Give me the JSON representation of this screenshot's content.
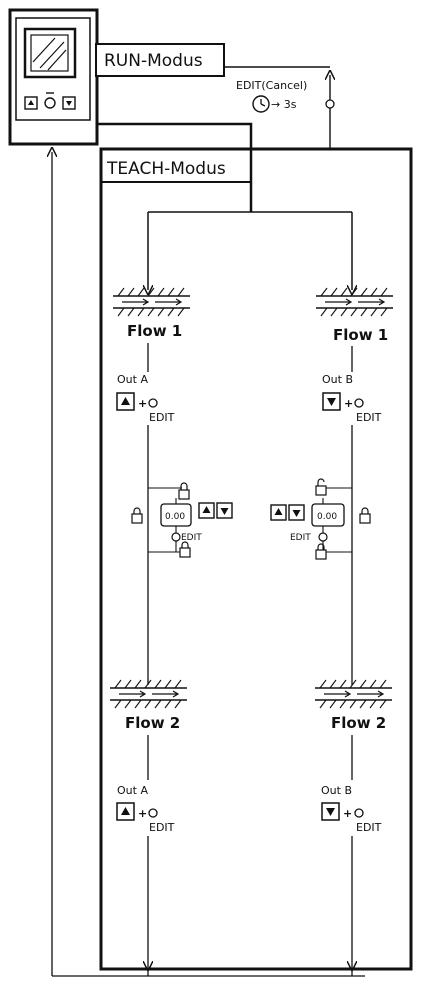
{
  "run_mode": {
    "label": "RUN-Modus"
  },
  "teach_mode": {
    "label": "TEACH-Modus"
  },
  "edit_cancel": {
    "label": "EDIT(Cancel)",
    "timer_label": "→ 3s"
  },
  "left_branch": {
    "flow1": "Flow 1",
    "out1": "Out A",
    "edit1": "EDIT",
    "display_value": "0.00",
    "edit_mid": "EDIT",
    "flow2": "Flow 2",
    "out2": "Out A",
    "edit2": "EDIT"
  },
  "right_branch": {
    "flow1": "Flow 1",
    "out1": "Out B",
    "edit1": "EDIT",
    "display_value": "0.00",
    "edit_mid": "EDIT",
    "flow2": "Flow 2",
    "out2": "Out B",
    "edit2": "EDIT"
  },
  "icons": [
    "display-icon",
    "up-button-icon",
    "down-button-icon",
    "edit-button-icon",
    "timer-icon",
    "lock-icon",
    "unlock-icon",
    "pipe-flow-icon"
  ]
}
